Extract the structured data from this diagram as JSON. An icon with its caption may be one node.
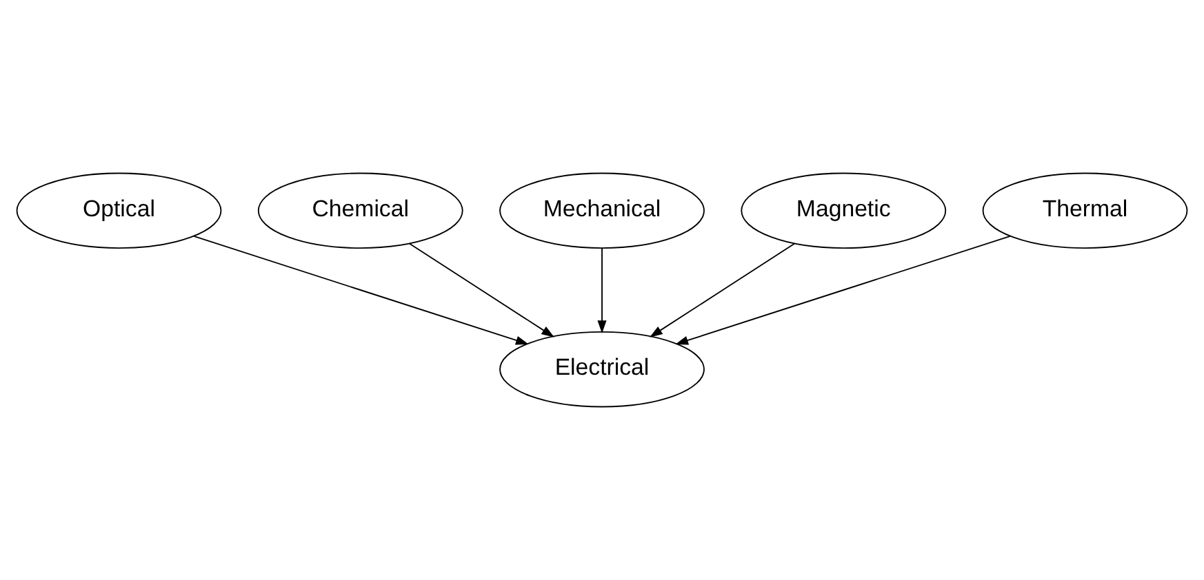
{
  "diagram": {
    "nodes": [
      {
        "text": [
          "Optical"
        ]
      },
      {
        "text": [
          "Chemical"
        ]
      },
      {
        "text": [
          "Mechanical"
        ]
      },
      {
        "text": [
          "Magnetic"
        ]
      },
      {
        "text": [
          "Thermal"
        ]
      },
      {
        "text": [
          "Electrical"
        ]
      }
    ],
    "edges": [
      {
        "from": 3,
        "to": 5,
        "arrow": "to"
      },
      {
        "from": 1,
        "to": 5,
        "arrow": "to"
      },
      {
        "from": 0,
        "to": 5,
        "arrow": "to"
      },
      {
        "from": 2,
        "to": 5,
        "arrow": "to"
      },
      {
        "from": 4,
        "to": 5,
        "arrow": "to"
      }
    ]
  }
}
